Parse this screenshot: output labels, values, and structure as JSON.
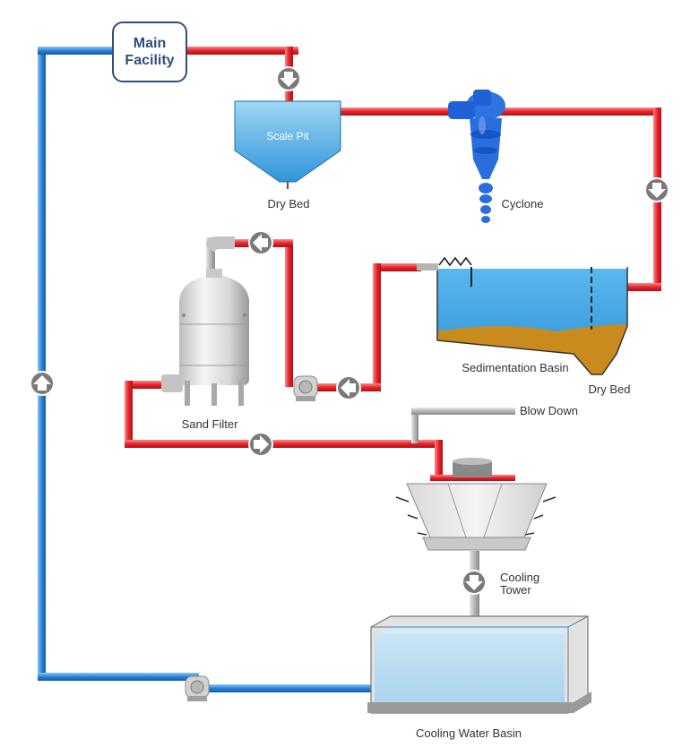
{
  "diagram": {
    "main_facility": [
      "Main",
      "Facility"
    ],
    "labels": {
      "scale_pit": "Scale Pit",
      "dry_bed_top": "Dry Bed",
      "cyclone": "Cyclone",
      "sedimentation_basin": "Sedimentation Basin",
      "dry_bed_right": "Dry Bed",
      "sand_filter": "Sand Filter",
      "blow_down": "Blow Down",
      "cooling_tower": [
        "Cooling",
        "Tower"
      ],
      "cooling_water_basin": "Cooling Water Basin"
    },
    "colors": {
      "hot_pipe": "#e8232a",
      "cold_pipe": "#2a82d6",
      "gray_pipe": "#b5b5b5",
      "arrow_fill": "#7a7a7a",
      "water": "#3aa4e0",
      "sludge": "#c98a1e",
      "box_border": "#2f4f7a",
      "cyclone": "#1f62d8"
    },
    "icons": [
      "arrow-down-icon",
      "arrow-left-icon",
      "arrow-right-icon",
      "arrow-up-icon",
      "pump-icon"
    ]
  }
}
